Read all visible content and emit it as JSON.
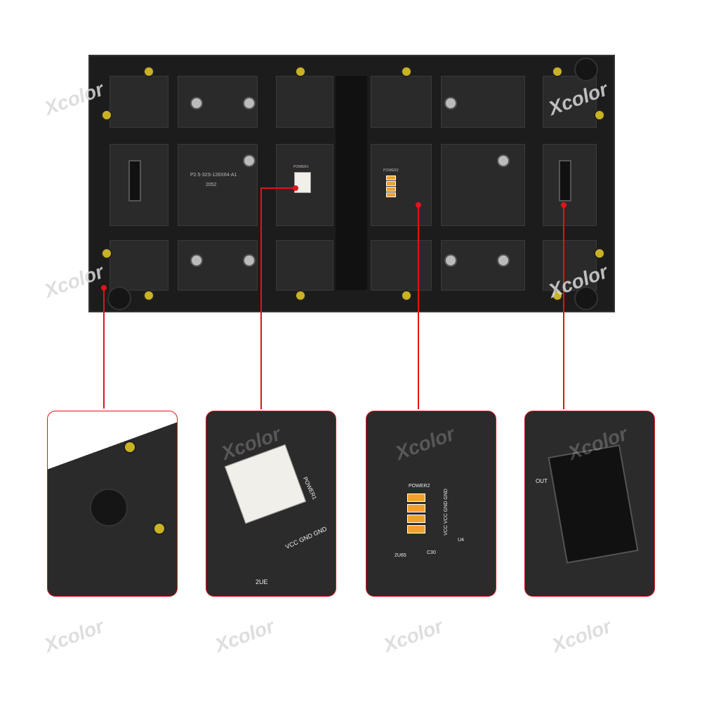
{
  "board": {
    "model": "P2.5-32S-128X64-A1",
    "date": "2052",
    "power1": "POWER1",
    "power2": "POWER2"
  },
  "insets": [
    {
      "name": "mounting-corner"
    },
    {
      "name": "power-connector",
      "label": "POWER1",
      "pins": "VCC GND GND",
      "ref": "2UE"
    },
    {
      "name": "power-pads",
      "label": "POWER2",
      "pins": "VCC VCC GND GND",
      "ic": "2U65",
      "cap": "C30",
      "u": "U4"
    },
    {
      "name": "hub75-connector",
      "label": "OUT"
    }
  ],
  "watermark": "Xcolor",
  "colors": {
    "accent": "#e0141b",
    "screw": "#c9b324",
    "pad": "#f0a030"
  }
}
